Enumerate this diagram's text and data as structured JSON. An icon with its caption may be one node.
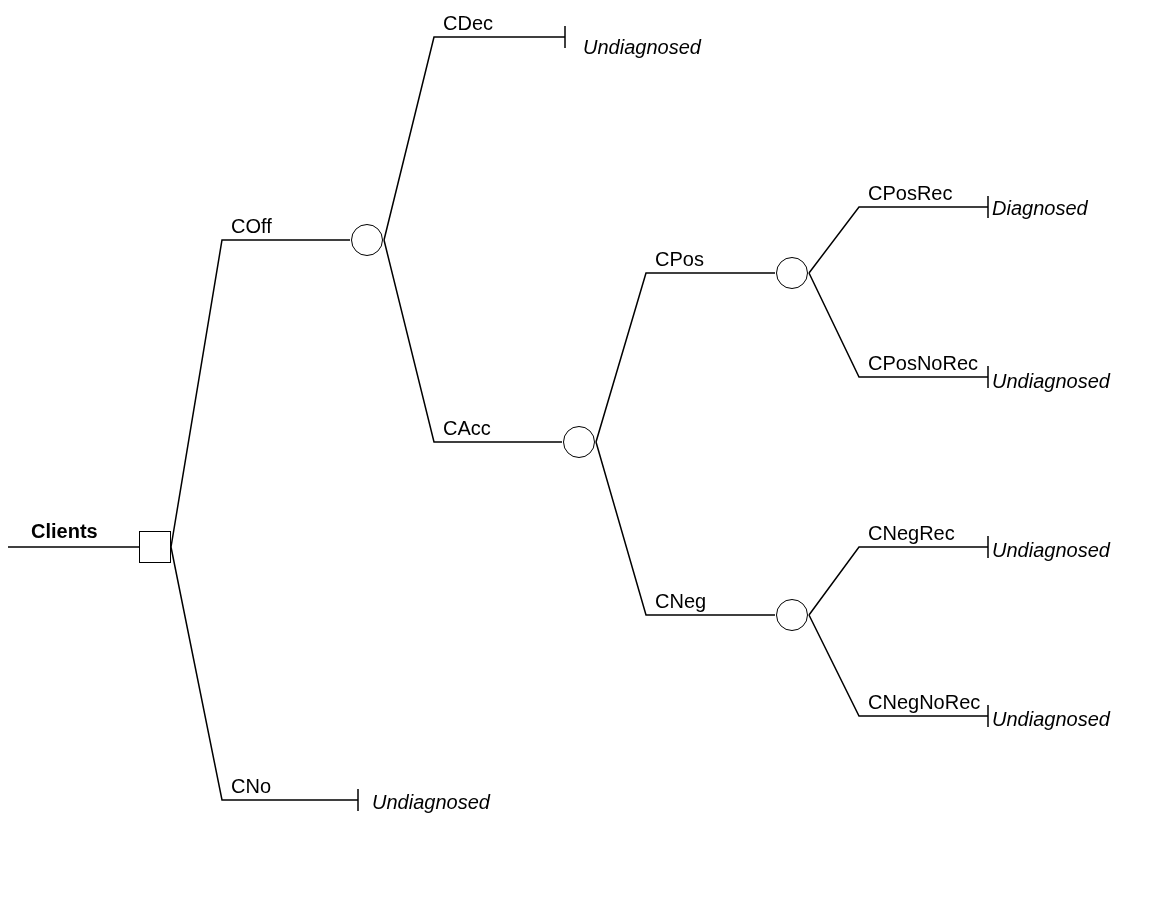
{
  "diagram": {
    "nodes": [
      {
        "text": [],
        "shape": "box"
      },
      {
        "text": [],
        "shape": "circle"
      },
      {
        "text": [
          "Undiagnosed"
        ]
      },
      {
        "text": [],
        "shape": "circle"
      },
      {
        "text": [],
        "shape": "circle"
      },
      {
        "text": [
          "Diagnosed"
        ]
      },
      {
        "text": [
          "Undiagnosed"
        ]
      },
      {
        "text": [],
        "shape": "circle"
      },
      {
        "text": [
          "Undiagnosed"
        ]
      },
      {
        "text": [
          "Undiagnosed"
        ]
      },
      {
        "text": [
          "Undiagnosed"
        ]
      }
    ],
    "edges": [
      {
        "from": null,
        "to": 0,
        "arrow": "none",
        "label": "Clients"
      },
      {
        "from": 0,
        "to": 1,
        "arrow": "none",
        "label": "COff"
      },
      {
        "from": 1,
        "to": 2,
        "arrow": "other",
        "label": "CDec"
      },
      {
        "from": 1,
        "to": 3,
        "arrow": "none",
        "label": "CAcc"
      },
      {
        "from": 3,
        "to": 4,
        "arrow": "none",
        "label": "CPos"
      },
      {
        "from": 4,
        "to": 5,
        "arrow": "other",
        "label": "CPosRec"
      },
      {
        "from": 4,
        "to": 6,
        "arrow": "other",
        "label": "CPosNoRec"
      },
      {
        "from": 3,
        "to": 7,
        "arrow": "none",
        "label": "CNeg"
      },
      {
        "from": 7,
        "to": 8,
        "arrow": "other",
        "label": "CNegRec"
      },
      {
        "from": 7,
        "to": 9,
        "arrow": "other",
        "label": "CNegNoRec"
      },
      {
        "from": 0,
        "to": 10,
        "arrow": "other",
        "label": "CNo"
      }
    ]
  }
}
